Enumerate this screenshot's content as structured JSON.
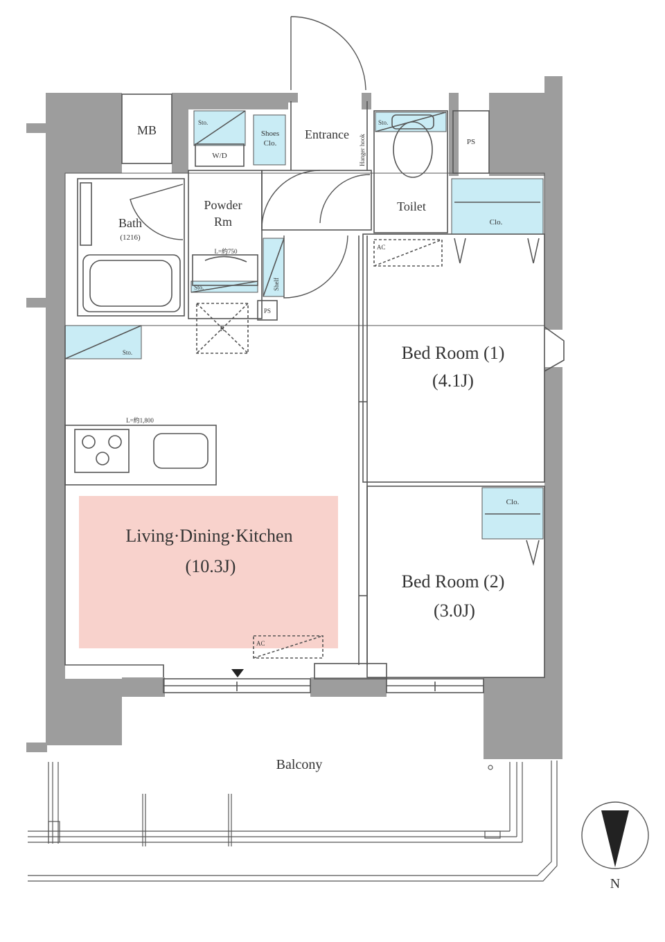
{
  "colors": {
    "wall": "#9d9d9d",
    "line": "#555555",
    "storage": "#c9ecf5",
    "ldk_highlight": "#f8d2cc",
    "background": "#ffffff"
  },
  "rooms": {
    "mb": "MB",
    "sto_wd": "Sto.",
    "wd": "W/D",
    "shoes_1": "Shoes",
    "shoes_2": "Clo.",
    "entrance": "Entrance",
    "hanger_hook": "Hanger hook",
    "toilet_sto": "Sto.",
    "ps_top": "PS",
    "bath": "Bath",
    "bath_size": "(1216)",
    "powder_1": "Powder",
    "powder_2": "Rm",
    "vanity_len": "L=約750",
    "vanity_sto": "Sto.",
    "shelf": "Shelf",
    "toilet": "Toilet",
    "clo_bed1": "Clo.",
    "ac_bed1": "AC",
    "r": "R",
    "ps_mid": "PS",
    "sto_ldk": "Sto.",
    "bed1_name": "Bed Room (1)",
    "bed1_size": "(4.1J)",
    "kitchen_len": "L=約1,800",
    "ldk_name": "Living·Dining·Kitchen",
    "ldk_size": "(10.3J)",
    "ac_ldk": "AC",
    "clo_bed2": "Clo.",
    "bed2_name": "Bed Room (2)",
    "bed2_size": "(3.0J)",
    "balcony": "Balcony",
    "north": "N"
  }
}
